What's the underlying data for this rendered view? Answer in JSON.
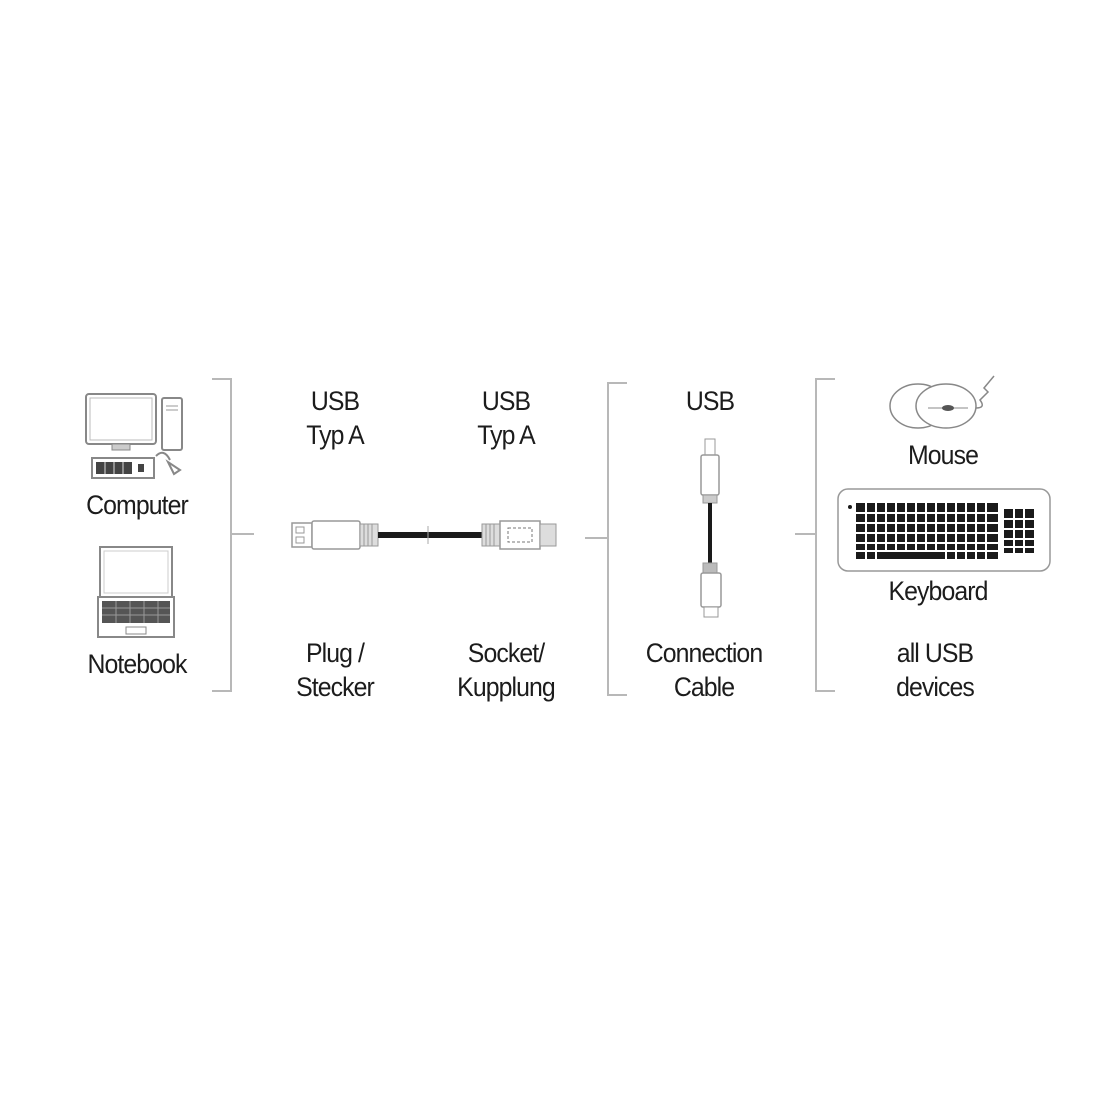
{
  "sources": {
    "computer_label": "Computer",
    "notebook_label": "Notebook"
  },
  "adapter": {
    "left_type": "USB\nTyp A",
    "right_type": "USB\nTyp A",
    "left_caption": "Plug /\nStecker",
    "right_caption": "Socket/\nKupplung"
  },
  "cable": {
    "type": "USB",
    "caption": "Connection\nCable"
  },
  "devices": {
    "mouse_label": "Mouse",
    "keyboard_label": "Keyboard",
    "caption": "all USB\ndevices"
  },
  "colors": {
    "line": "#b8b8b8",
    "ink": "#1c1c1c",
    "icon_stroke": "#777777"
  }
}
